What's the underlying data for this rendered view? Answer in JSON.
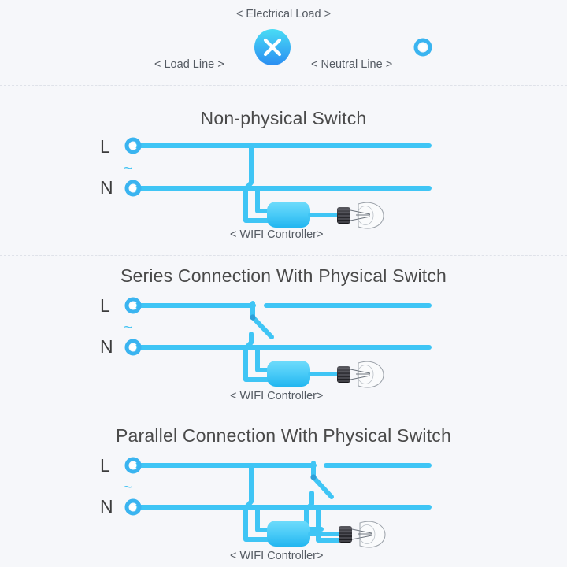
{
  "meta": {
    "background_color": "#f6f7fa",
    "wire_color": "#3fc5f5",
    "wire_color_dark": "#2aa7e8",
    "accent_cyan": "#5ad8f7",
    "accent_blue": "#2196f3",
    "text_color": "#4a4a4a",
    "label_color": "#555b63",
    "divider_color": "#dfe2e9"
  },
  "top_section": {
    "top_label": "< Electrical Load >",
    "left_label": "< Load Line >",
    "right_label": "< Neutral Line >",
    "icon_name": "close-x-icon",
    "endpoint_name": "terminal-node"
  },
  "diagrams": [
    {
      "id": "non-physical-switch",
      "title": "Non-physical Switch",
      "line_l_label": "L",
      "line_n_label": "N",
      "ac_symbol": "~",
      "controller_label": "< WIFI Controller>",
      "has_physical_switch": false,
      "switch_type": "none"
    },
    {
      "id": "series-connection",
      "title": "Series Connection With Physical Switch",
      "line_l_label": "L",
      "line_n_label": "N",
      "ac_symbol": "~",
      "controller_label": "< WIFI Controller>",
      "has_physical_switch": true,
      "switch_type": "series"
    },
    {
      "id": "parallel-connection",
      "title": "Parallel Connection With Physical Switch",
      "line_l_label": "L",
      "line_n_label": "N",
      "ac_symbol": "~",
      "controller_label": "< WIFI Controller>",
      "has_physical_switch": true,
      "switch_type": "parallel"
    }
  ]
}
